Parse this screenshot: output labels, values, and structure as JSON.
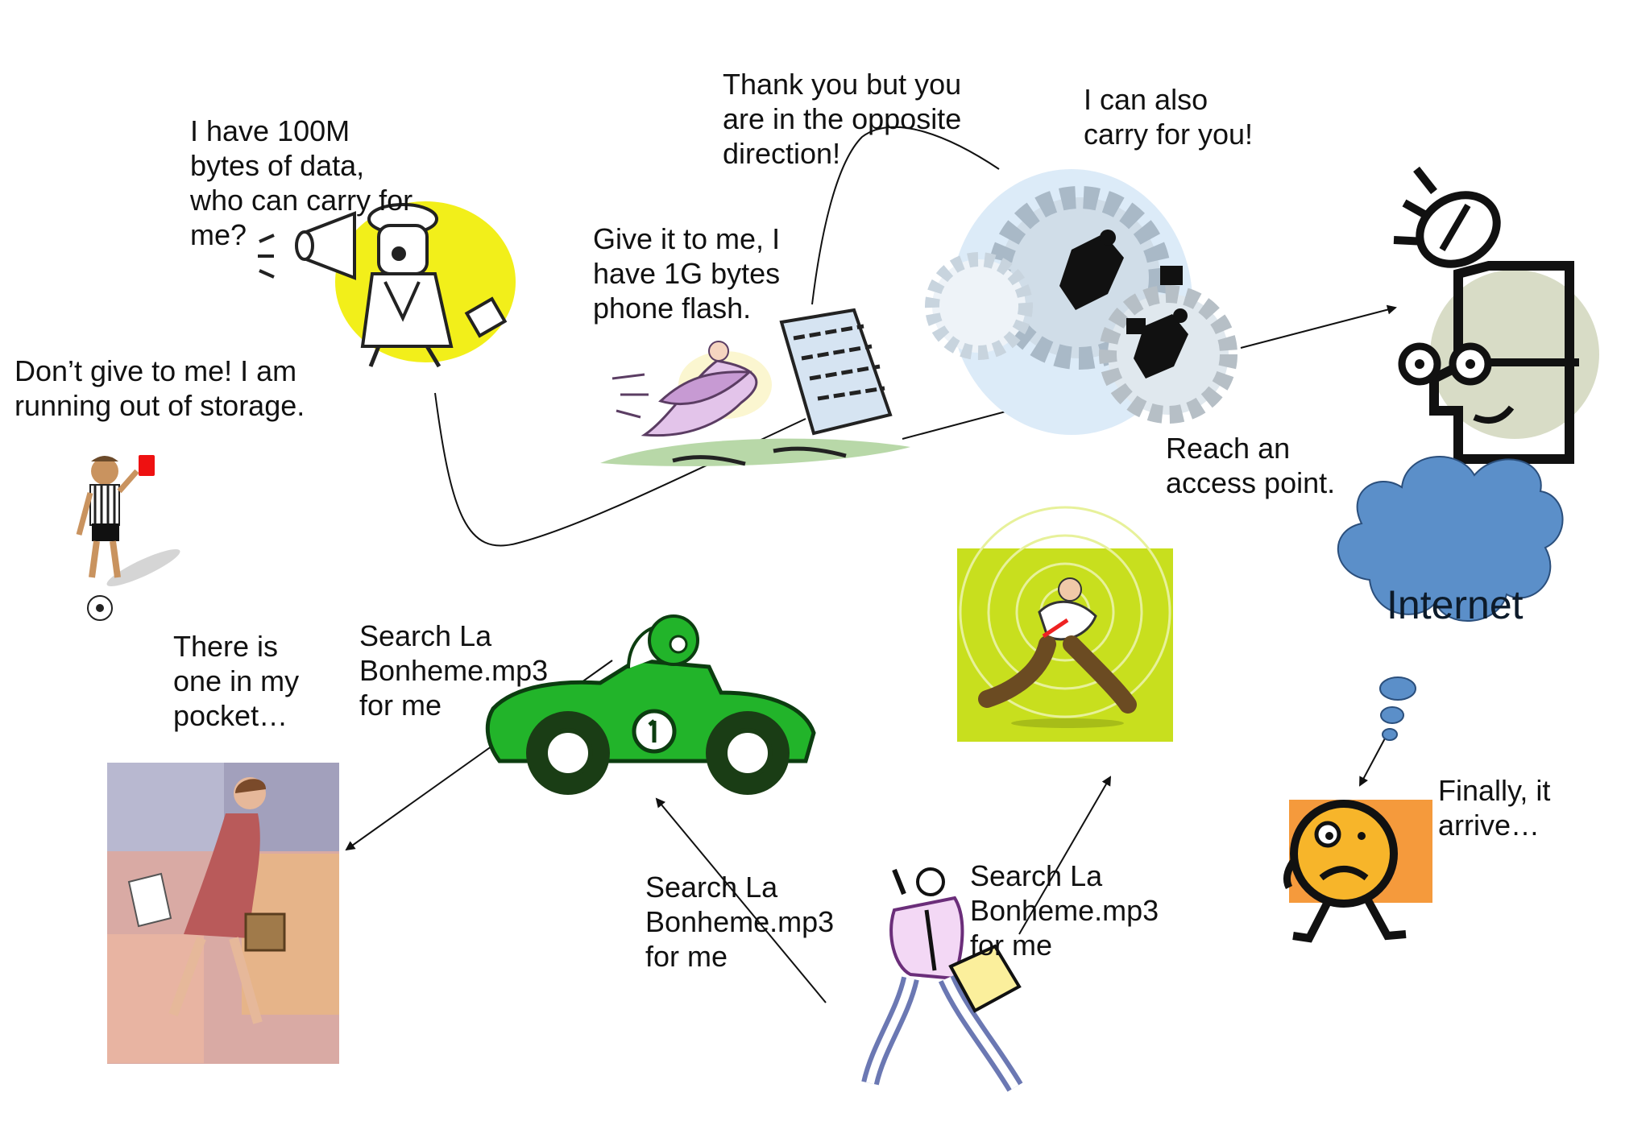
{
  "labels": {
    "megaphone_question": "I have 100M\nbytes of data,\nwho can carry for\nme?",
    "referee_refusal": "Don’t give to me! I am\nrunning out of storage.",
    "runner_offer": "Give it to me, I\nhave 1G bytes\nphone flash.",
    "opposite_direction": "Thank you but you\nare in the opposite\ndirection!",
    "business_offer": "I can also\ncarry for you!",
    "access_point": "Reach an\naccess point.",
    "internet": "Internet",
    "arrival": "Finally, it\narrive…",
    "pocket": "There is\none in my\npocket…",
    "search_car": "Search La\nBonheme.mp3\nfor me",
    "search_center": "Search La\nBonheme.mp3\nfor me",
    "search_right": "Search La\nBonheme.mp3\nfor me"
  },
  "colors": {
    "megaphone_bg": "#f2ef1a",
    "runner_robe": "#d9a5e0",
    "car_green": "#22b42a",
    "green_panel": "#c8df1e",
    "cloud_blue": "#5b8fc9",
    "person_head_bg": "#d8dcc6",
    "sad_face_bg": "#f59a3c",
    "sad_face_yellow": "#f7b52a",
    "woman_dress": "#b95a5a"
  }
}
